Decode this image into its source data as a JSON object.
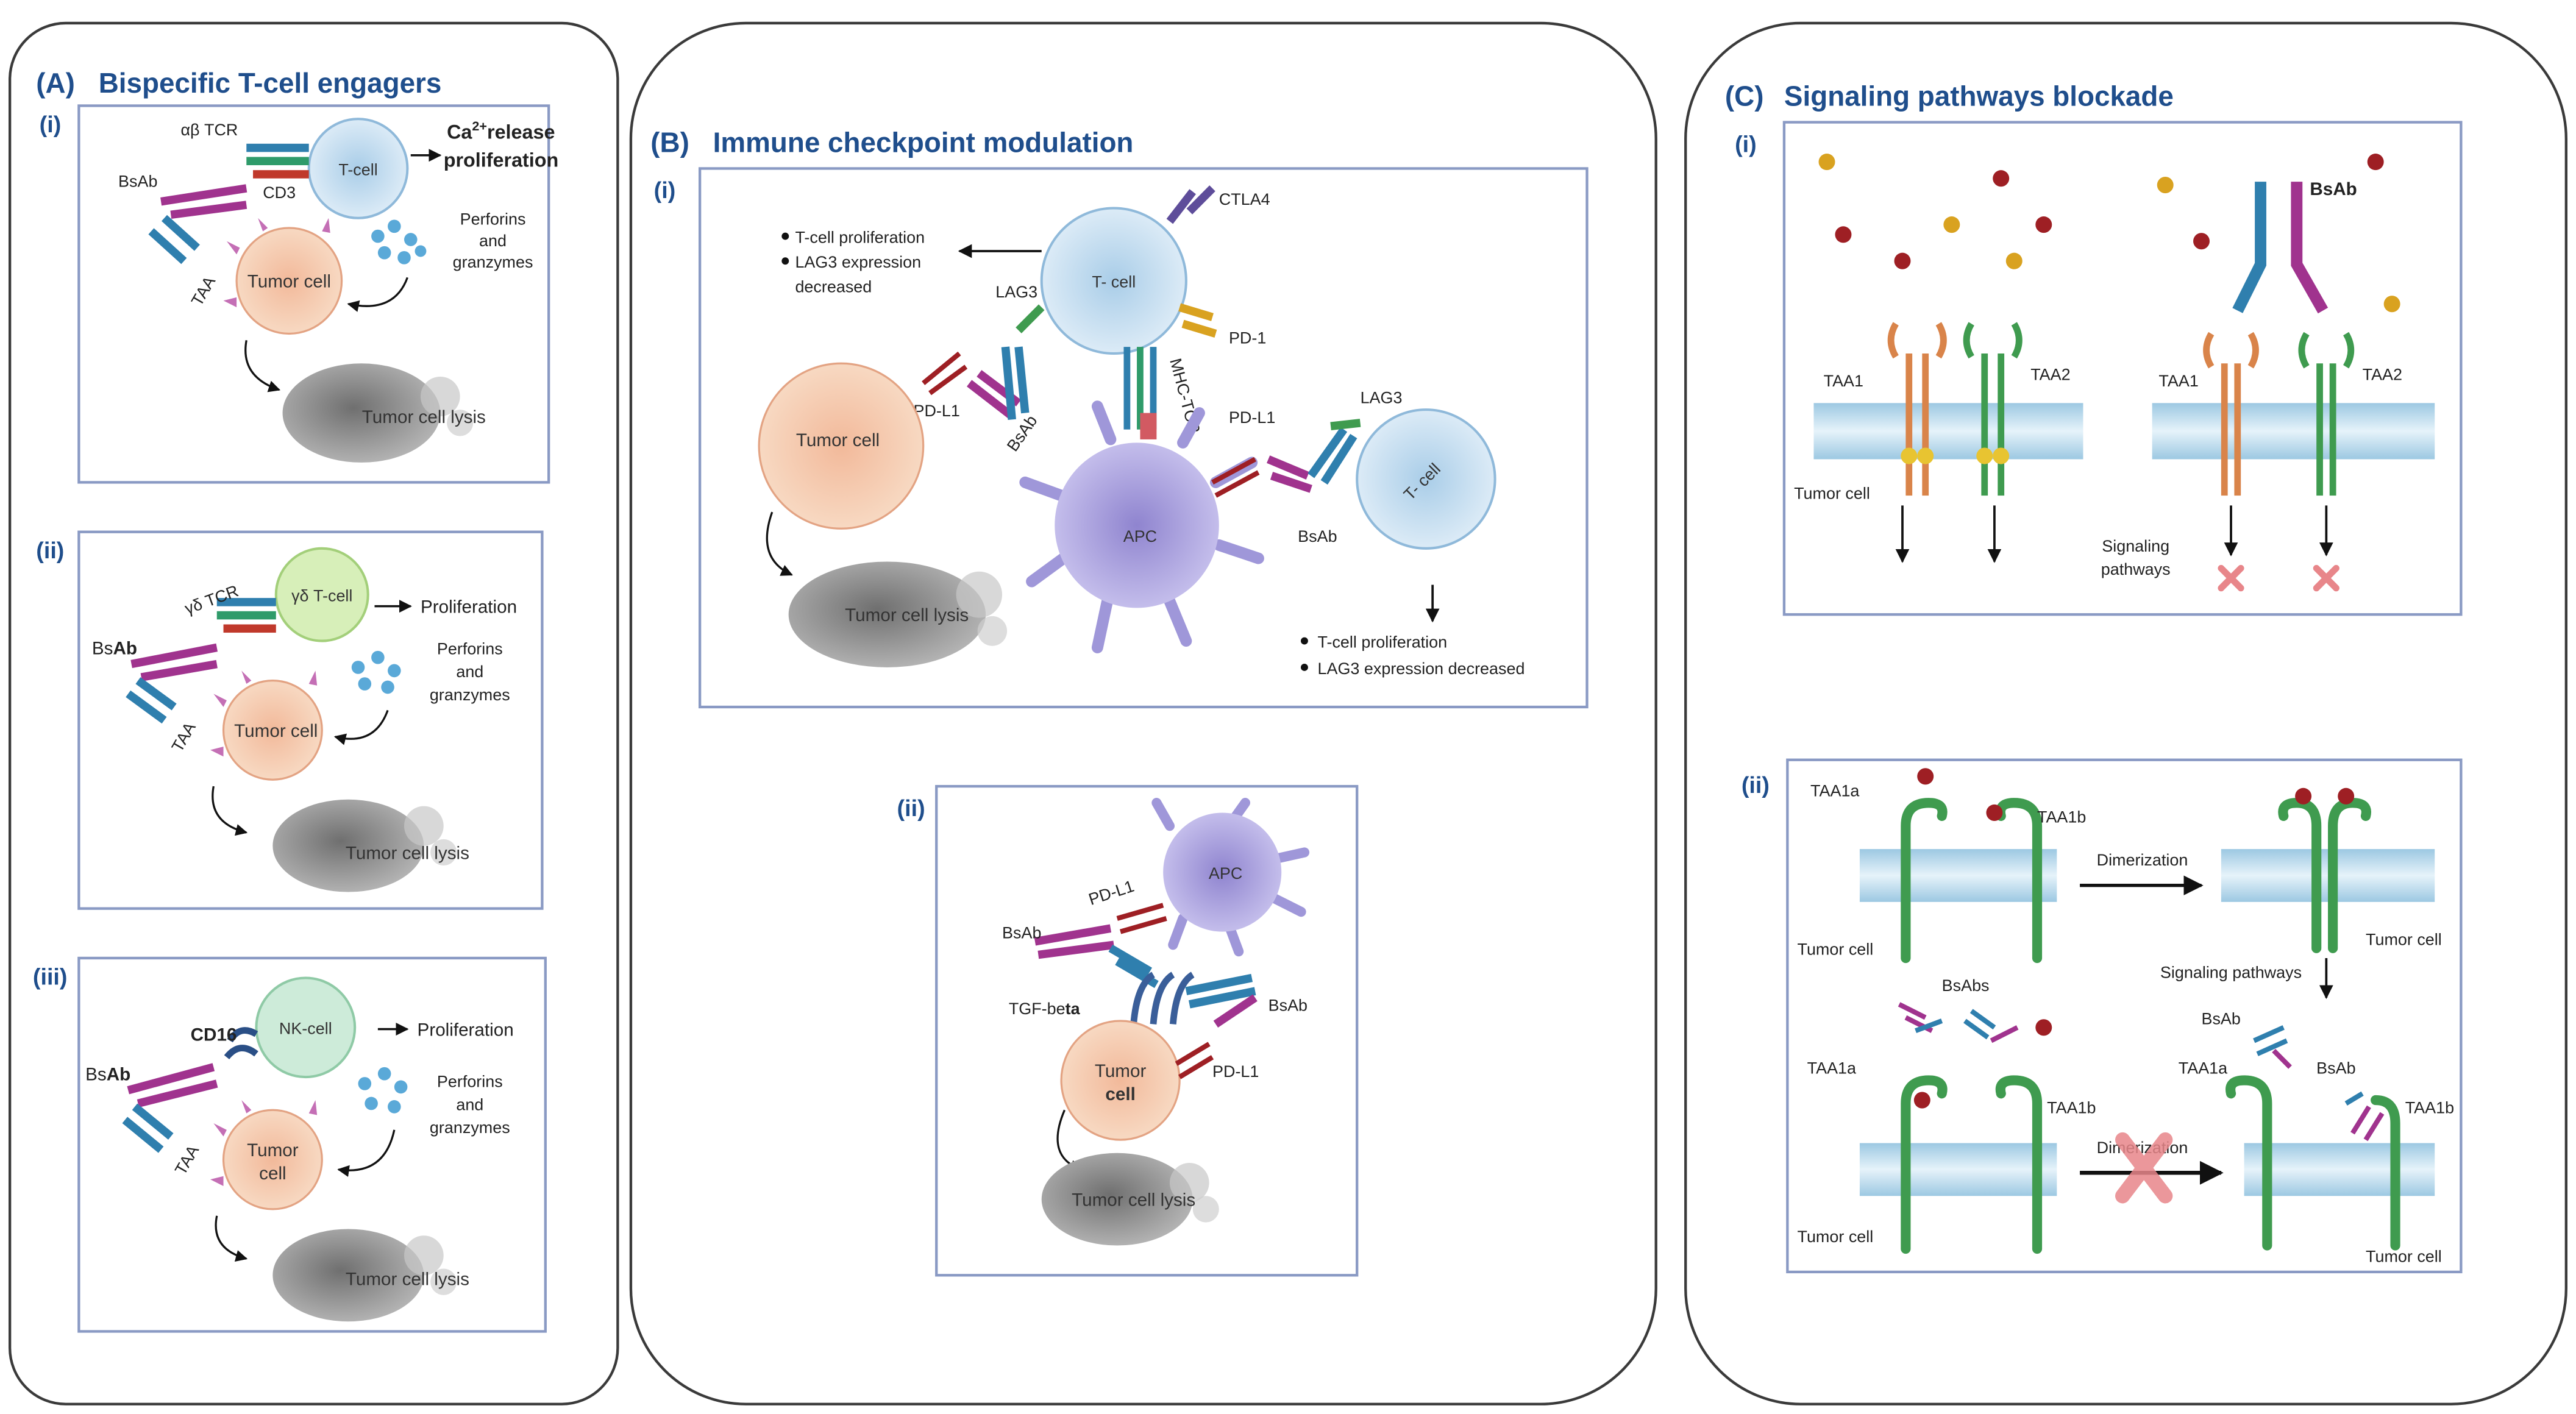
{
  "colors": {
    "panel_border": "#3a3a3a",
    "box_border": "#8a9ac4",
    "title_blue": "#1f4e8c",
    "tumor_fill": "#f6d2b8",
    "tumor_spike": "#c46fb5",
    "tcell_fill": "#cfe3f2",
    "lysis_grey": "#8f8f8f",
    "apc_fill": "#b9b2e4",
    "nk_fill": "#cdebd9",
    "gd_fill": "#d7efb9",
    "bsab_magenta": "#a0338e",
    "bsab_blue": "#2f7fae",
    "membrane": "#cfe6f3",
    "receptor_orange": "#d9844a",
    "receptor_green": "#3f9b4f",
    "ligand_red": "#9e1f24",
    "ligand_gold": "#d9a220",
    "block_x": "#e8868a"
  },
  "panel_a": {
    "letter": "(A)",
    "title": "Bispecific T-cell engagers",
    "sub_i": {
      "numeral": "(i)",
      "tcr": "αβ TCR",
      "tcell": "T-cell",
      "ca_pre": "Ca",
      "ca_sup": "2+",
      "ca_post": "release",
      "proliferation": "proliferation",
      "bsab": "BsAb",
      "cd3": "CD3",
      "perforins": [
        "Perforins",
        "and",
        "granzymes"
      ],
      "taa": "TAA",
      "tumor": "Tumor cell",
      "lysis": "Tumor cell lysis"
    },
    "sub_ii": {
      "numeral": "(ii)",
      "tcr": "γδ TCR",
      "tcell": "γδ T-cell",
      "proliferation": "Proliferation",
      "bsab_pre": "Bs",
      "bsab_bold": "Ab",
      "perforins": [
        "Perforins",
        "and",
        "granzymes"
      ],
      "taa": "TAA",
      "tumor": "Tumor cell",
      "lysis": "Tumor cell lysis"
    },
    "sub_iii": {
      "numeral": "(iii)",
      "cd16": "CD16",
      "nk": "NK-cell",
      "proliferation": "Proliferation",
      "bsab_pre": "Bs",
      "bsab_bold": "Ab",
      "perforins": [
        "Perforins",
        "and",
        "granzymes"
      ],
      "taa": "TAA",
      "tumor": [
        "Tumor",
        "cell"
      ],
      "lysis": "Tumor cell lysis"
    }
  },
  "panel_b": {
    "letter": "(B)",
    "title": "Immune checkpoint modulation",
    "sub_i": {
      "numeral": "(i)",
      "bullets_left": [
        "T-cell proliferation",
        "LAG3 expression",
        "decreased"
      ],
      "ctla4": "CTLA4",
      "tcell_top": "T- cell",
      "pd1": "PD-1",
      "lag3_top": "LAG3",
      "mhc_tcr": "MHC-TCR",
      "pdl1_left": "PD-L1",
      "bsab_left": "BsAb",
      "tumor": "Tumor cell",
      "lysis": "Tumor cell lysis",
      "apc": "APC",
      "pdl1_right": "PD-L1",
      "lag3_right": "LAG3",
      "tcell_right": "T- cell",
      "bsab_right": "BsAb",
      "bullets_right": [
        "T-cell proliferation",
        "LAG3 expression decreased"
      ]
    },
    "sub_ii": {
      "numeral": "(ii)",
      "apc": "APC",
      "pdl1_top": "PD-L1",
      "bsab_left": "BsAb",
      "tgf_pre": "TGF-be",
      "tgf_bold": "ta",
      "bsab_right": "BsAb",
      "tumor": [
        "Tumor",
        "cell"
      ],
      "pdl1_bottom": "PD-L1",
      "lysis": "Tumor cell lysis"
    }
  },
  "panel_c": {
    "letter": "(C)",
    "title": "Signaling pathways blockade",
    "sub_i": {
      "numeral": "(i)",
      "taa1_left": "TAA1",
      "taa2_left": "TAA2",
      "tumor": "Tumor cell",
      "bsab": "BsAb",
      "taa1_right": "TAA1",
      "taa2_right": "TAA2",
      "signaling": [
        "Signaling",
        "pathways"
      ]
    },
    "sub_ii": {
      "numeral": "(ii)",
      "taa1a_top": "TAA1a",
      "taa1b_top": "TAA1b",
      "dimerization_top": "Dimerization",
      "tumor_top_left": "Tumor cell",
      "tumor_top_right": "Tumor cell",
      "signaling": "Signaling pathways",
      "bsabs": "BsAbs",
      "bsab_a": "BsAb",
      "taa1a_bl": "TAA1a",
      "taa1b_bl": "TAA1b",
      "taa1a_br": "TAA1a",
      "bsab_b": "BsAb",
      "taa1b_br": "TAA1b",
      "dimerization_bottom": "Dimerization",
      "tumor_bottom_left": "Tumor cell",
      "tumor_bottom_right": "Tumor cell"
    }
  }
}
